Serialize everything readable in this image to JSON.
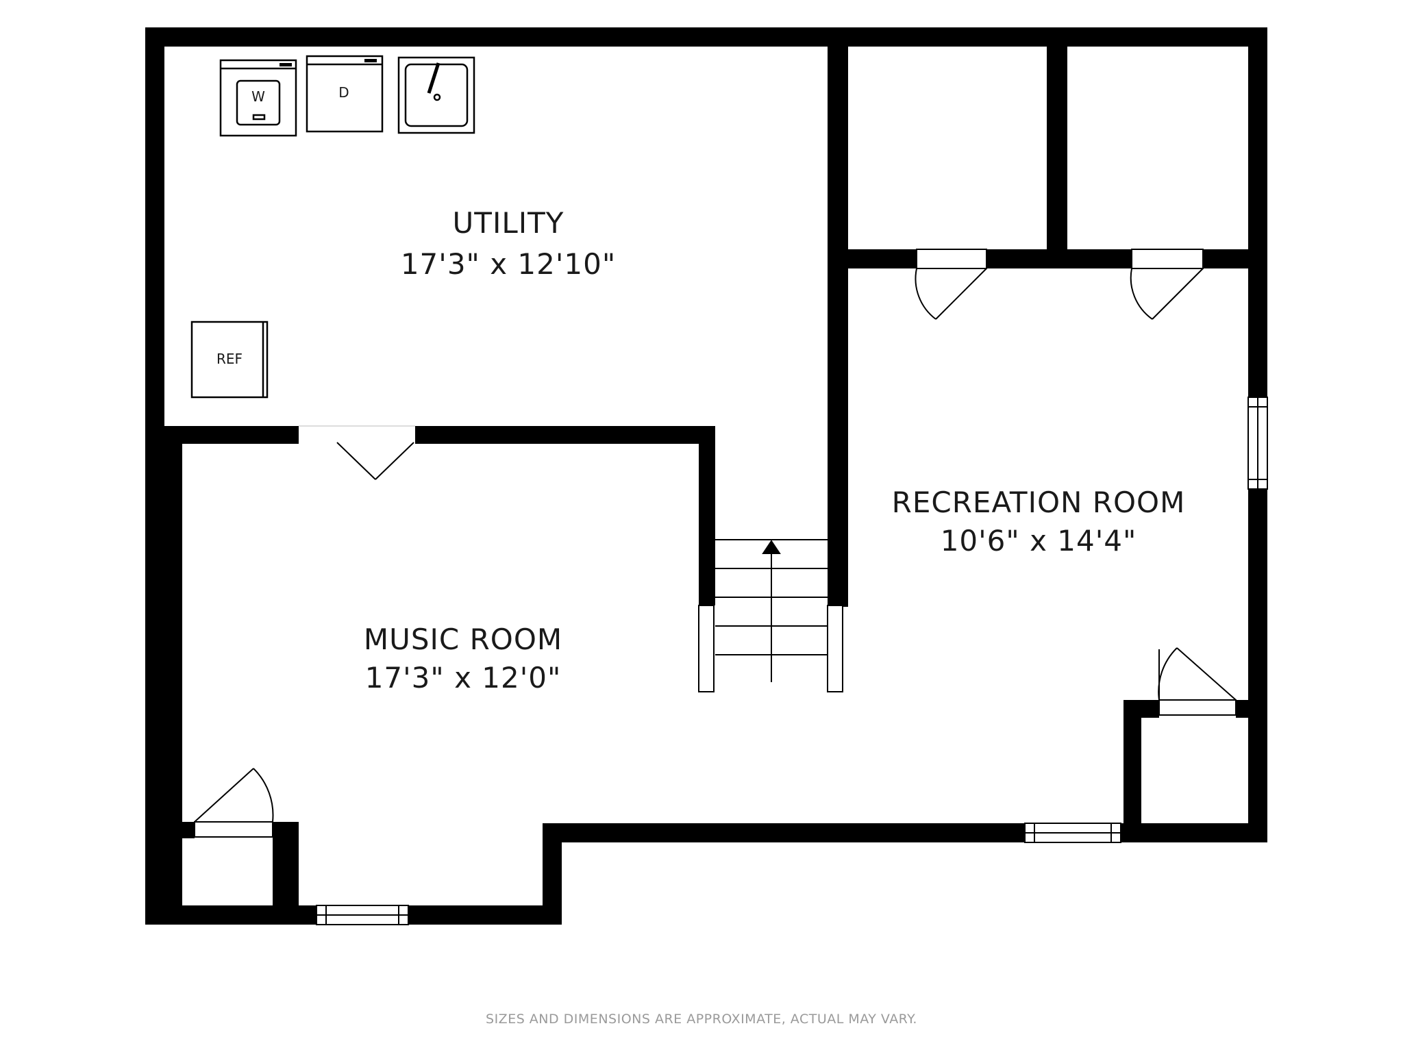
{
  "rooms": {
    "utility": {
      "name": "UTILITY",
      "dimensions": "17'3\" x 12'10\""
    },
    "music": {
      "name": "MUSIC ROOM",
      "dimensions": "17'3\" x 12'0\""
    },
    "recreation": {
      "name": "RECREATION ROOM",
      "dimensions": "10'6\" x 14'4\""
    }
  },
  "fixtures": {
    "washer": "W",
    "dryer": "D",
    "refrigerator": "REF"
  },
  "disclaimer": "SIZES AND DIMENSIONS ARE APPROXIMATE, ACTUAL MAY VARY.",
  "colors": {
    "wall": "#000000",
    "background": "#ffffff",
    "text": "#1a1a1a",
    "disclaimer": "#9a9a9a"
  }
}
